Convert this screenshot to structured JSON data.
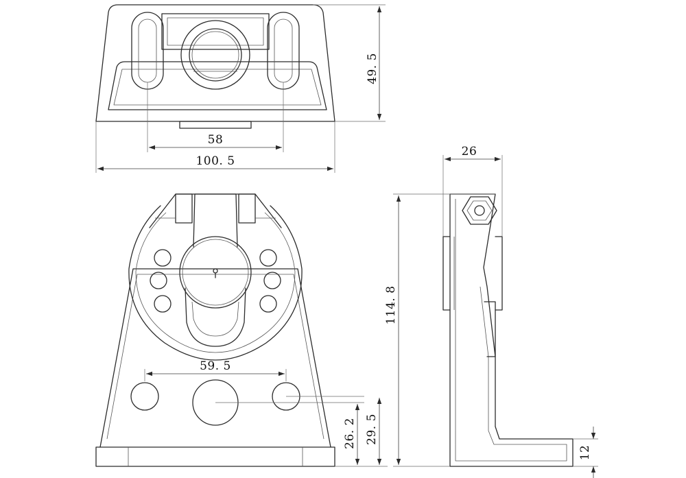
{
  "dimensions": {
    "top_view_height": "49. 5",
    "top_slot_spacing": "58",
    "top_overall_width": "100. 5",
    "front_hole_spacing": "59. 5",
    "front_hole_height_a": "26. 2",
    "front_hole_height_b": "29. 5",
    "side_depth": "26",
    "side_height": "114. 8",
    "side_base_thickness": "12"
  },
  "colors": {
    "line": "#2b2b2b",
    "text": "#111111",
    "background": "#ffffff"
  }
}
